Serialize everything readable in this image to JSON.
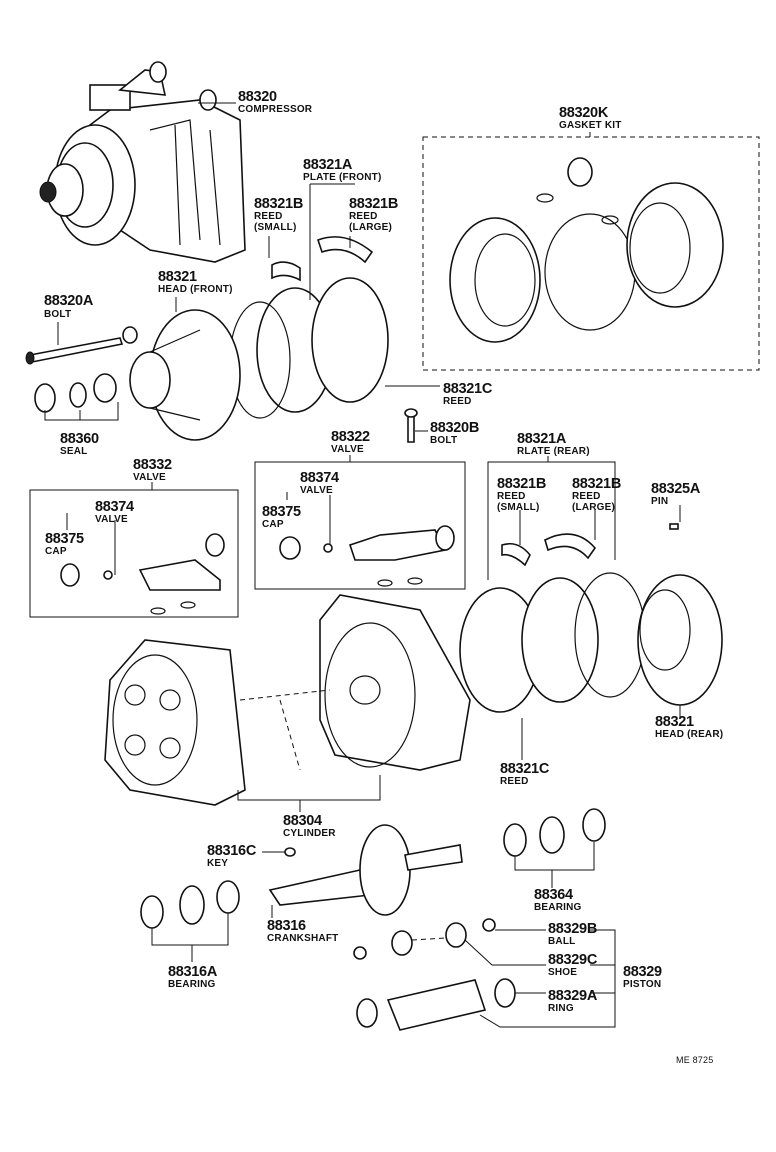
{
  "diagram_id": "ME 8725",
  "parts": [
    {
      "key": "compressor",
      "number": "88320",
      "name": "COMPRESSOR"
    },
    {
      "key": "gasket_kit",
      "number": "88320K",
      "name": "GASKET KIT"
    },
    {
      "key": "plate_front",
      "number": "88321A",
      "name": "PLATE (FRONT)"
    },
    {
      "key": "reed_small_front",
      "number": "88321B",
      "name": "REED",
      "name2": "(SMALL)"
    },
    {
      "key": "reed_large_front",
      "number": "88321B",
      "name": "REED",
      "name2": "(LARGE)"
    },
    {
      "key": "head_front",
      "number": "88321",
      "name": "HEAD (FRONT)"
    },
    {
      "key": "bolt_long",
      "number": "88320A",
      "name": "BOLT"
    },
    {
      "key": "seal",
      "number": "88360",
      "name": "SEAL"
    },
    {
      "key": "reed_front",
      "number": "88321C",
      "name": "REED"
    },
    {
      "key": "bolt_short",
      "number": "88320B",
      "name": "BOLT"
    },
    {
      "key": "valve_center",
      "number": "88322",
      "name": "VALVE"
    },
    {
      "key": "valve_left",
      "number": "88332",
      "name": "VALVE"
    },
    {
      "key": "valve_small_left",
      "number": "88374",
      "name": "VALVE"
    },
    {
      "key": "cap_left",
      "number": "88375",
      "name": "CAP"
    },
    {
      "key": "valve_small_center",
      "number": "88374",
      "name": "VALVE"
    },
    {
      "key": "cap_center",
      "number": "88375",
      "name": "CAP"
    },
    {
      "key": "plate_rear",
      "number": "88321A",
      "name": "RLATE (REAR)"
    },
    {
      "key": "reed_small_rear",
      "number": "88321B",
      "name": "REED",
      "name2": "(SMALL)"
    },
    {
      "key": "reed_large_rear",
      "number": "88321B",
      "name": "REED",
      "name2": "(LARGE)"
    },
    {
      "key": "pin",
      "number": "88325A",
      "name": "PIN"
    },
    {
      "key": "head_rear",
      "number": "88321",
      "name": "HEAD (REAR)"
    },
    {
      "key": "reed_rear",
      "number": "88321C",
      "name": "REED"
    },
    {
      "key": "cylinder",
      "number": "88304",
      "name": "CYLINDER"
    },
    {
      "key": "key",
      "number": "88316C",
      "name": "KEY"
    },
    {
      "key": "crankshaft",
      "number": "88316",
      "name": "CRANKSHAFT"
    },
    {
      "key": "bearing_right",
      "number": "88364",
      "name": "BEARING"
    },
    {
      "key": "bearing_left",
      "number": "88316A",
      "name": "BEARING"
    },
    {
      "key": "ball",
      "number": "88329B",
      "name": "BALL"
    },
    {
      "key": "shoe",
      "number": "88329C",
      "name": "SHOE"
    },
    {
      "key": "piston",
      "number": "88329",
      "name": "PISTON"
    },
    {
      "key": "ring",
      "number": "88329A",
      "name": "RING"
    }
  ]
}
